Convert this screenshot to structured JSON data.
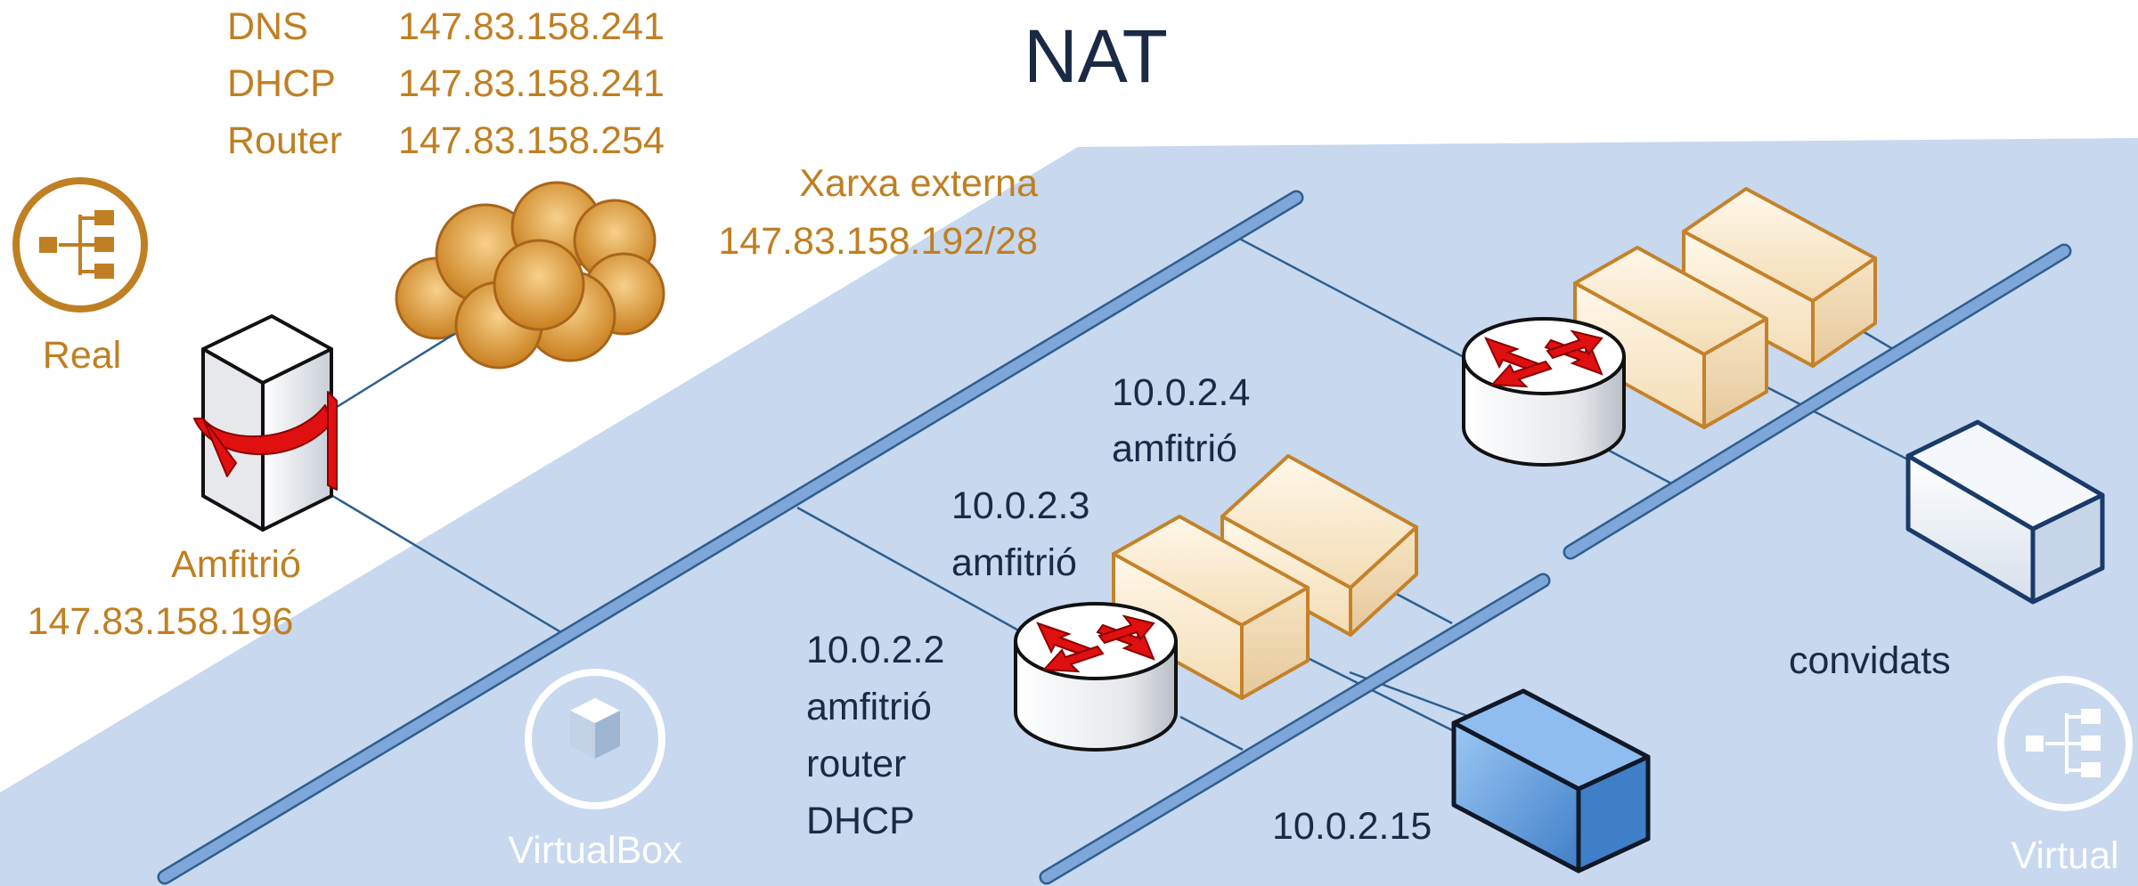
{
  "title": "NAT",
  "host_config": [
    {
      "name": "DNS",
      "value": "147.83.158.241"
    },
    {
      "name": "DHCP",
      "value": "147.83.158.241"
    },
    {
      "name": "Router",
      "value": "147.83.158.254"
    }
  ],
  "external_network": {
    "label": "Xarxa externa",
    "cidr": "147.83.158.192/28"
  },
  "real_label": "Real",
  "host": {
    "label": "Amfitrió",
    "ip": "147.83.158.196"
  },
  "virtualbox_label": "VirtualBox",
  "virtual_label": "Virtual",
  "nat_lines": {
    "ip_4": "10.0.2.4",
    "role_4": "amfitrió",
    "ip_3": "10.0.2.3",
    "role_3": "amfitrió",
    "ip_2": "10.0.2.2",
    "role_2a": "amfitrió",
    "role_2b": "router",
    "role_2c": "DHCP"
  },
  "guest_ip": "10.0.2.15",
  "guests_label": "convidats",
  "colors": {
    "orange_text": "#bf7f22",
    "navy_text": "#1a2a45",
    "plane": "#c7d8ef",
    "bus": "#7ea6d8",
    "link": "#2c5f8f",
    "router_arrow": "#e01010",
    "guest_blue": "#6fa6e6"
  }
}
